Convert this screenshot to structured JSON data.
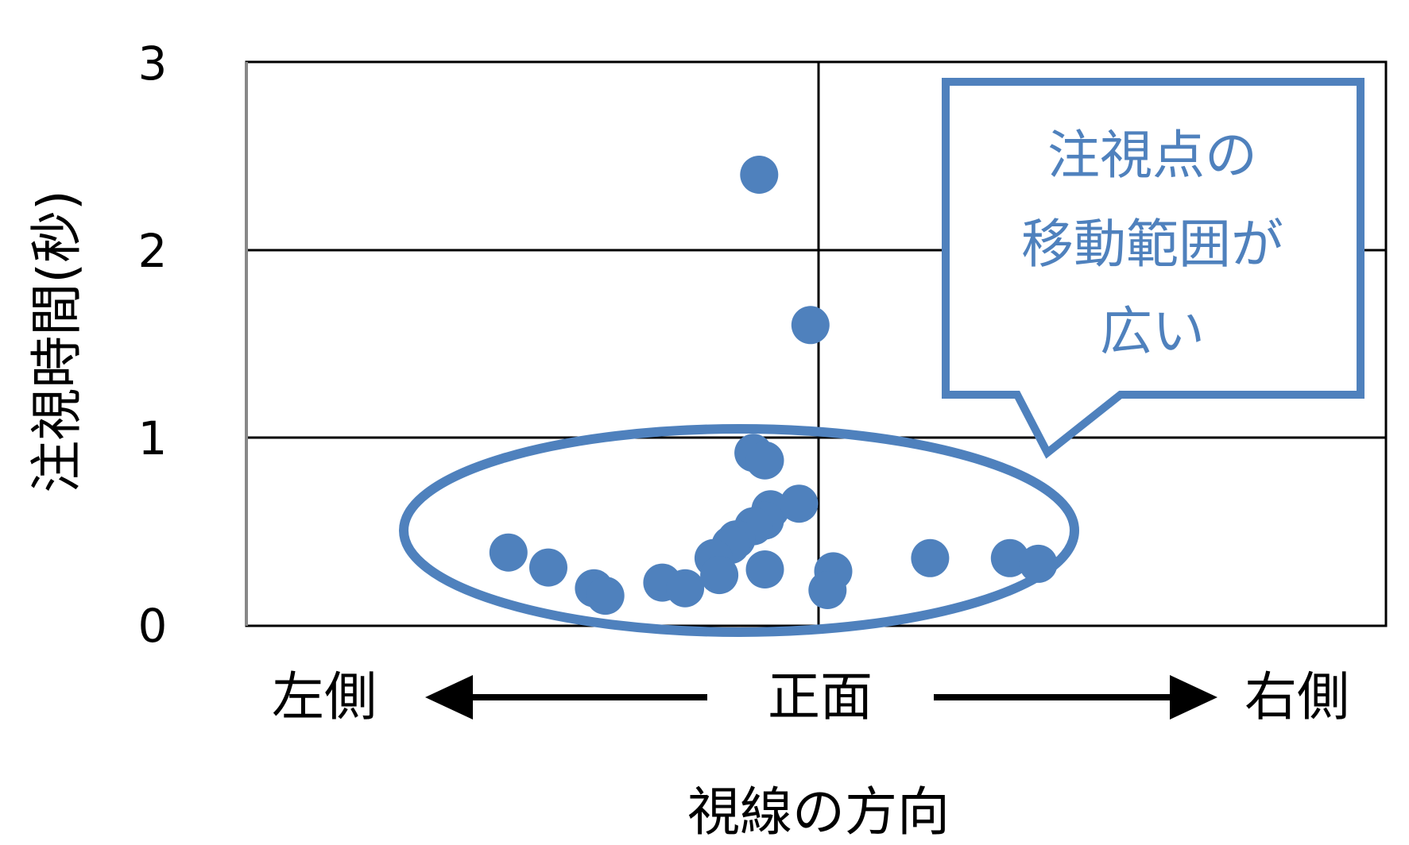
{
  "colors": {
    "point": "#4f81bd",
    "annotation": "#4f81bd",
    "axis": "#000000",
    "grid": "#000000"
  },
  "chart_data": {
    "type": "scatter",
    "title": "",
    "ylabel": "注視時間(秒)",
    "xlabel": "視線の方向",
    "x_direction_labels": {
      "left": "左側",
      "center": "正面",
      "right": "右側"
    },
    "xlim": [
      -1,
      1
    ],
    "ylim": [
      0,
      3
    ],
    "yticks": [
      "0",
      "1",
      "2",
      "3"
    ],
    "grid": true,
    "series": [
      {
        "points": [
          [
            -0.1,
            2.4
          ],
          [
            -0.01,
            1.6
          ],
          [
            -0.11,
            0.92
          ],
          [
            -0.09,
            0.88
          ],
          [
            -0.08,
            0.62
          ],
          [
            -0.03,
            0.65
          ],
          [
            -0.09,
            0.56
          ],
          [
            -0.11,
            0.53
          ],
          [
            -0.14,
            0.46
          ],
          [
            -0.15,
            0.43
          ],
          [
            -0.18,
            0.36
          ],
          [
            -0.17,
            0.27
          ],
          [
            -0.09,
            0.3
          ],
          [
            -0.27,
            0.23
          ],
          [
            -0.23,
            0.2
          ],
          [
            -0.54,
            0.39
          ],
          [
            -0.47,
            0.31
          ],
          [
            -0.39,
            0.2
          ],
          [
            -0.37,
            0.16
          ],
          [
            0.03,
            0.29
          ],
          [
            0.02,
            0.19
          ],
          [
            0.2,
            0.36
          ],
          [
            0.34,
            0.36
          ],
          [
            0.39,
            0.33
          ]
        ]
      }
    ],
    "annotation": {
      "text_lines": [
        "注視点の",
        "移動範囲が",
        "広い"
      ]
    }
  }
}
